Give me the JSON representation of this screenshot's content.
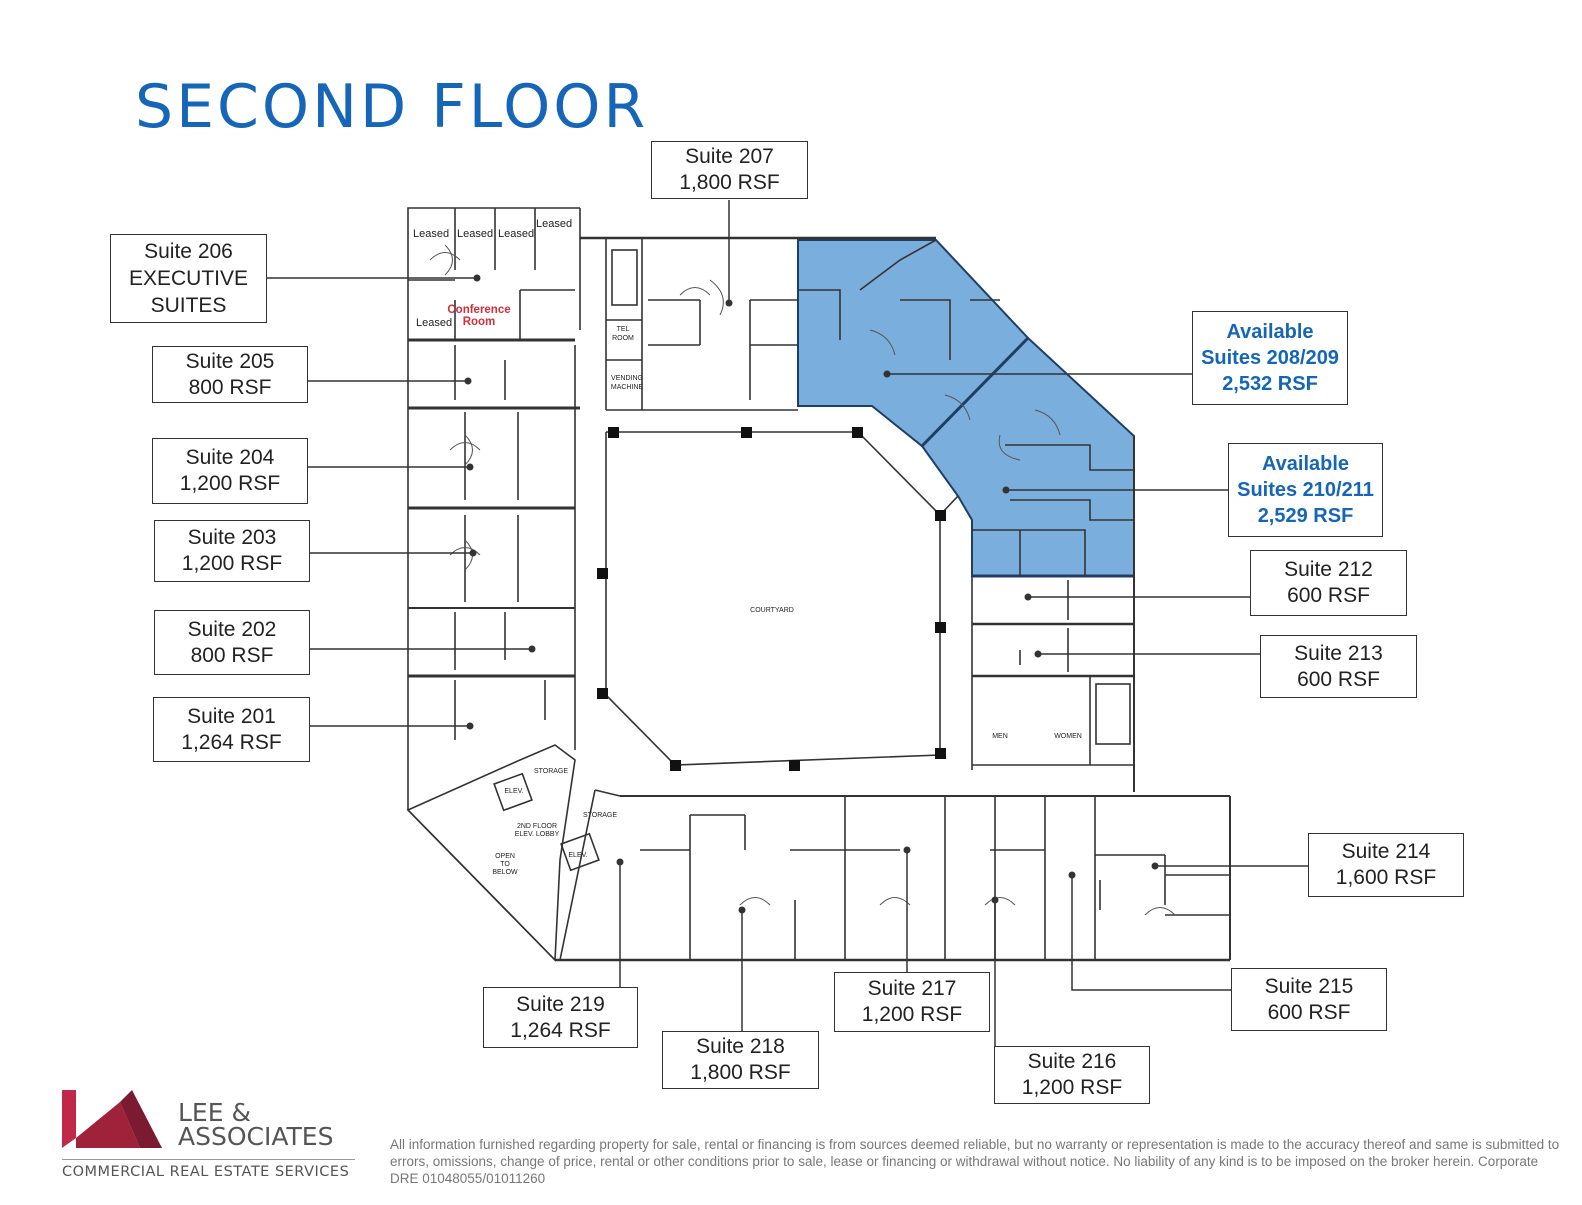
{
  "title": "SECOND FLOOR",
  "colors": {
    "title": "#1565b8",
    "available_fill": "#7aaedd",
    "available_text": "#1565b8",
    "logo_red": "#a0213a",
    "logo_gray": "#555555",
    "conference": "#d0303a"
  },
  "suites": [
    {
      "id": "207",
      "lines": [
        "Suite 207",
        "1,800 RSF"
      ]
    },
    {
      "id": "206",
      "lines": [
        "Suite 206",
        "EXECUTIVE",
        "SUITES"
      ]
    },
    {
      "id": "205",
      "lines": [
        "Suite 205",
        "800 RSF"
      ]
    },
    {
      "id": "204",
      "lines": [
        "Suite 204",
        "1,200 RSF"
      ]
    },
    {
      "id": "203",
      "lines": [
        "Suite 203",
        "1,200 RSF"
      ]
    },
    {
      "id": "202",
      "lines": [
        "Suite 202",
        "800 RSF"
      ]
    },
    {
      "id": "201",
      "lines": [
        "Suite 201",
        "1,264 RSF"
      ]
    },
    {
      "id": "208_209",
      "lines": [
        "Available",
        "Suites 208/209",
        "2,532 RSF"
      ]
    },
    {
      "id": "210_211",
      "lines": [
        "Available",
        "Suites 210/211",
        "2,529 RSF"
      ]
    },
    {
      "id": "212",
      "lines": [
        "Suite 212",
        "600 RSF"
      ]
    },
    {
      "id": "213",
      "lines": [
        "Suite 213",
        "600 RSF"
      ]
    },
    {
      "id": "214",
      "lines": [
        "Suite 214",
        "1,600 RSF"
      ]
    },
    {
      "id": "215",
      "lines": [
        "Suite 215",
        "600 RSF"
      ]
    },
    {
      "id": "216",
      "lines": [
        "Suite 216",
        "1,200 RSF"
      ]
    },
    {
      "id": "217",
      "lines": [
        "Suite 217",
        "1,200 RSF"
      ]
    },
    {
      "id": "218",
      "lines": [
        "Suite 218",
        "1,800 RSF"
      ]
    },
    {
      "id": "219",
      "lines": [
        "Suite 219",
        "1,264 RSF"
      ]
    }
  ],
  "plan_labels": {
    "leased": "Leased",
    "conference_1": "Conference",
    "conference_2": "Room",
    "courtyard": "COURTYARD",
    "tel_1": "TEL",
    "tel_2": "ROOM",
    "vending_1": "VENDING",
    "vending_2": "MACHINE",
    "men": "MEN",
    "women": "WOMEN",
    "storage": "STORAGE",
    "elev": "ELEV.",
    "lobby_1": "2ND FLOOR",
    "lobby_2": "ELEV. LOBBY",
    "open_1": "OPEN",
    "open_2": "TO",
    "open_3": "BELOW"
  },
  "logo": {
    "line1": "LEE &",
    "line2": "ASSOCIATES",
    "tagline": "COMMERCIAL REAL ESTATE SERVICES"
  },
  "disclaimer": "All information furnished regarding property for sale, rental or financing is from sources deemed reliable, but no warranty or representation is made to the accuracy thereof and same is submitted to errors, omissions, change of price, rental or other conditions prior to sale, lease or financing or withdrawal without notice. No liability of any kind is to be imposed on the broker herein. Corporate DRE 01048055/01011260"
}
